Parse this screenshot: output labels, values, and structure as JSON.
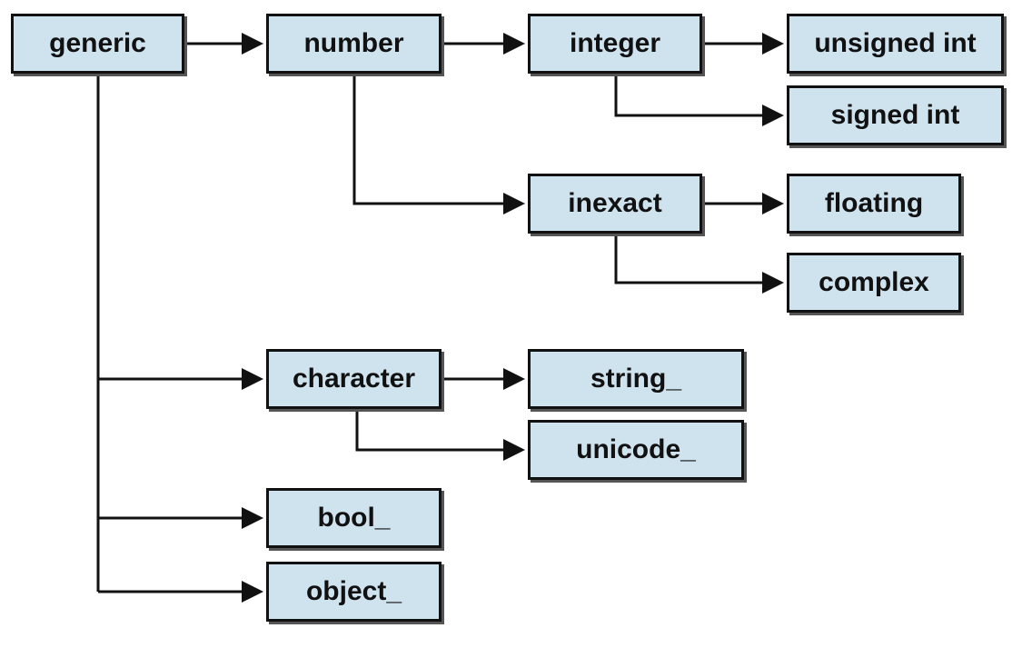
{
  "colors": {
    "box_fill": "#cfe3ef",
    "stroke": "#111111",
    "shadow": "#555555"
  },
  "nodes": {
    "generic": "generic",
    "number": "number",
    "integer": "integer",
    "unsigned_int": "unsigned int",
    "signed_int": "signed int",
    "inexact": "inexact",
    "floating": "floating",
    "complex": "complex",
    "character": "character",
    "string": "string_",
    "unicode": "unicode_",
    "bool": "bool_",
    "object": "object_"
  },
  "edges": [
    [
      "generic",
      "number"
    ],
    [
      "number",
      "integer"
    ],
    [
      "integer",
      "unsigned_int"
    ],
    [
      "integer",
      "signed_int"
    ],
    [
      "number",
      "inexact"
    ],
    [
      "inexact",
      "floating"
    ],
    [
      "inexact",
      "complex"
    ],
    [
      "generic",
      "character"
    ],
    [
      "character",
      "string"
    ],
    [
      "character",
      "unicode"
    ],
    [
      "generic",
      "bool"
    ],
    [
      "generic",
      "object"
    ]
  ]
}
